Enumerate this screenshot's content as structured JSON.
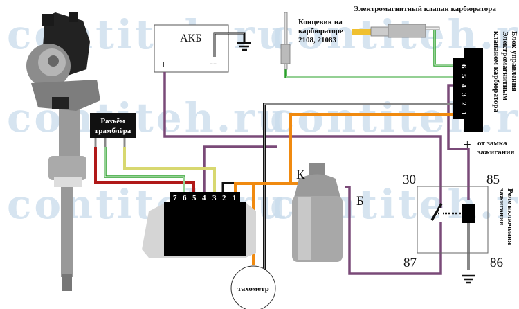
{
  "watermark": "contiteh.ru",
  "battery": {
    "label": "АКБ",
    "plus": "+",
    "minus": "--"
  },
  "distributor_connector": {
    "line1": "Разъём",
    "line2": "трамблёра"
  },
  "commutator": {
    "pins": [
      "7",
      "6",
      "5",
      "4",
      "3",
      "2",
      "1"
    ]
  },
  "coil": {
    "terminal_k": "К",
    "terminal_b": "Б"
  },
  "tachometer": {
    "label": "тахометр"
  },
  "carb_valve": {
    "label": "Электромагнитный клапан карбюратора"
  },
  "limit_switch": {
    "line1": "Концевик на",
    "line2": "карбюраторе",
    "line3": "2108, 21083"
  },
  "control_unit": {
    "line1": "Блок управления",
    "line2": "Электромагнитным",
    "line3": "клапаном карбюратора",
    "pins": [
      "6",
      "5",
      "4",
      "3",
      "2",
      "1"
    ]
  },
  "ignition": {
    "plus": "+",
    "line1": "от замка",
    "line2": "зажигания"
  },
  "relay": {
    "line1": "Реле включения",
    "line2": "зажигания",
    "terminals": {
      "t30": "30",
      "t85": "85",
      "t87": "87",
      "t86": "86"
    }
  },
  "colors": {
    "purple": "#7a4a78",
    "orange": "#f08a10",
    "green": "#2aa02a",
    "red": "#b01818",
    "yellow": "#d8d870",
    "black": "#111111"
  }
}
